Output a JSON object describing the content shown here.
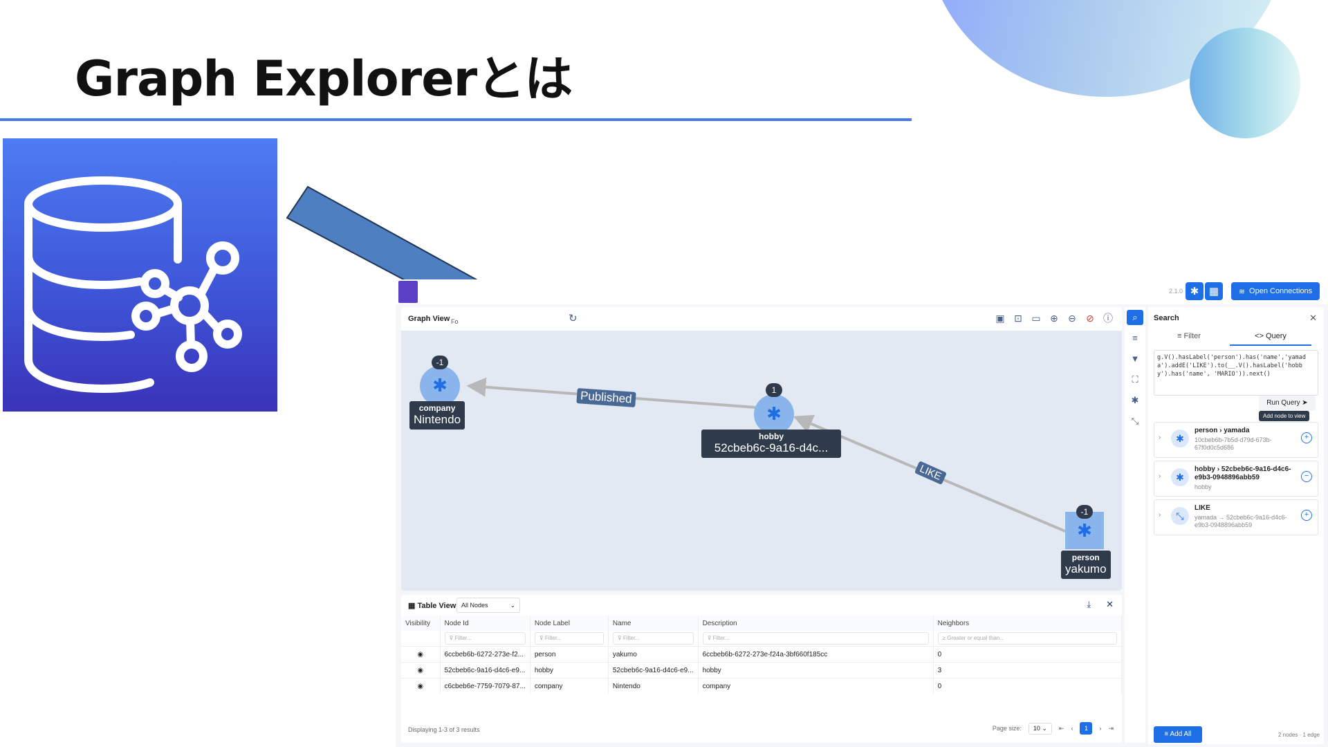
{
  "slide": {
    "title": "Graph Explorerとは"
  },
  "colors": {
    "accent": "#4a78e8",
    "logo_bg": "#3e56d8",
    "arrow_fill": "#4e7fc1",
    "app_primary": "#1e6fe6"
  },
  "app": {
    "version": "2.1.0",
    "open_connections": "Open Connections",
    "graph_view": {
      "title": "Graph View",
      "subtitle": "Fo"
    },
    "nodes": [
      {
        "type": "company",
        "name": "Nintendo",
        "badge": "-1"
      },
      {
        "type": "hobby",
        "name": "52cbeb6c-9a16-d4c...",
        "badge": "1"
      },
      {
        "type": "person",
        "name": "yakumo",
        "badge": "-1"
      }
    ],
    "edges": [
      {
        "label": "Published"
      },
      {
        "label": "LIKE"
      }
    ],
    "search": {
      "title": "Search",
      "tab_filter": "Filter",
      "tab_query": "<> Query",
      "query": "g.V().hasLabel('person').has('name','yamada').addE('LIKE').to(__.V().hasLabel('hobby').has('name', 'MARIO')).next()",
      "run_query": "Run Query",
      "tooltip": "Add node to view",
      "results": [
        {
          "title": "person › yamada",
          "sub": "10cbeb6b-7b5d-d79d-673b-67f0d0c5d686"
        },
        {
          "title": "hobby › 52cbeb6c-9a16-d4c6-e9b3-0948896abb59",
          "sub": "hobby"
        },
        {
          "title": "LIKE",
          "sub": "yamada → 52cbeb6c-9a16-d4c6-e9b3-0948896abb59"
        }
      ],
      "add_all": "Add All",
      "counts": "2 nodes · 1 edge"
    },
    "table": {
      "title": "Table View",
      "selector": "All Nodes",
      "columns": [
        "Visibility",
        "Node Id",
        "Node Label",
        "Name",
        "Description",
        "Neighbors"
      ],
      "filter_placeholder": "Filter...",
      "neighbors_placeholder": "Greater or equal than...",
      "rows": [
        {
          "id": "6ccbeb6b-6272-273e-f2...",
          "label": "person",
          "name": "yakumo",
          "description": "6ccbeb6b-6272-273e-f24a-3bf660f185cc",
          "neighbors": "0"
        },
        {
          "id": "52cbeb6c-9a16-d4c6-e9...",
          "label": "hobby",
          "name": "52cbeb6c-9a16-d4c6-e9...",
          "description": "hobby",
          "neighbors": "3"
        },
        {
          "id": "c6cbeb6e-7759-7079-87...",
          "label": "company",
          "name": "Nintendo",
          "description": "company",
          "neighbors": "0"
        }
      ],
      "footer": "Displaying 1-3 of 3 results",
      "page_size_label": "Page size:",
      "page_size": "10",
      "current_page": "1"
    }
  }
}
